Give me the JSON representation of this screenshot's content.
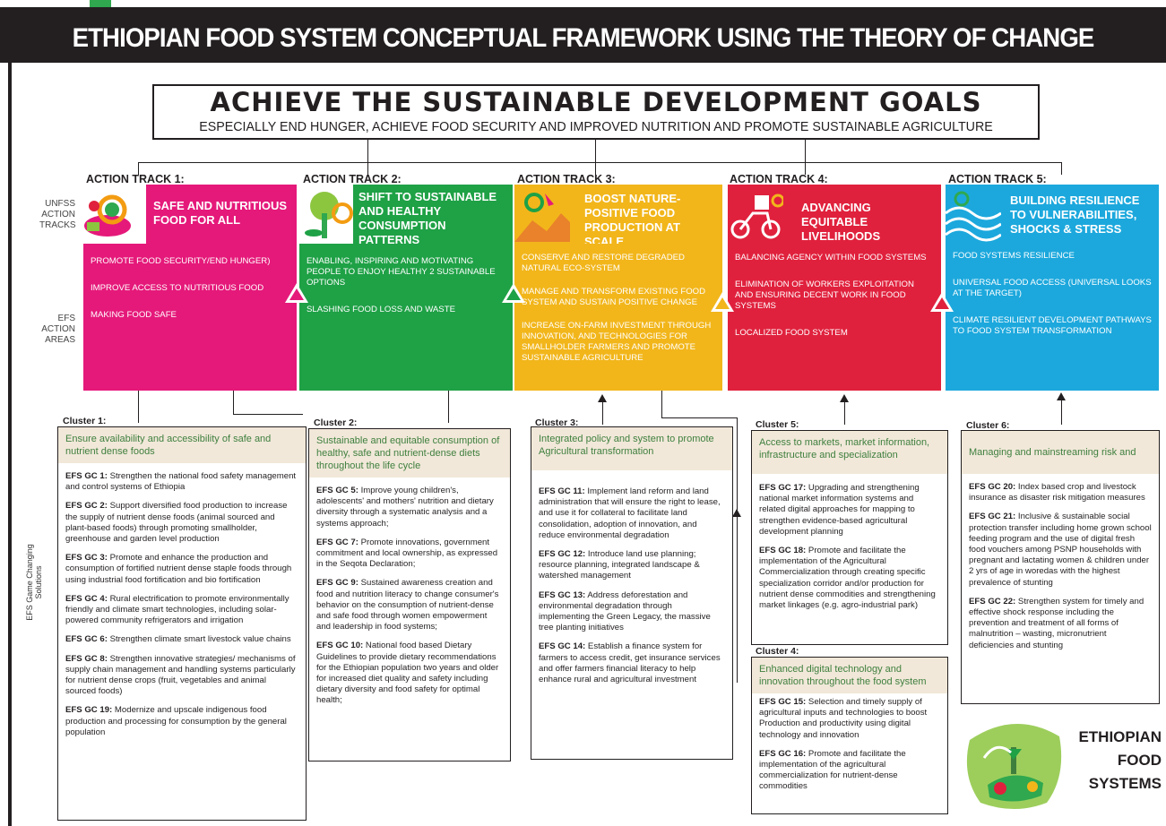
{
  "header": {
    "title": "ETHIOPIAN FOOD SYSTEM CONCEPTUAL FRAMEWORK USING THE THEORY OF CHANGE"
  },
  "goal": {
    "title": "ACHIEVE THE SUSTAINABLE DEVELOPMENT GOALS",
    "subtitle": "ESPECIALLY END HUNGER, ACHIEVE FOOD SECURITY AND IMPROVED NUTRITION AND PROMOTE SUSTAINABLE AGRICULTURE"
  },
  "side_labels": {
    "tracks": "UNFSS ACTION TRACKS",
    "areas": "EFS ACTION AREAS",
    "solutions": "EFS Game Changing Solutions"
  },
  "colors": {
    "track1": "#e5197a",
    "track2": "#1fa146",
    "track3": "#f2b61b",
    "track4": "#e0213d",
    "track5": "#1ca8dd",
    "cluster_head_bg": "#f1e8d9",
    "cluster_head_text": "#3f7f3e"
  },
  "tracks": [
    {
      "label": "ACTION TRACK 1:",
      "name": "SAFE AND NUTRITIOUS FOOD FOR ALL",
      "icon": "food-bowl-icon",
      "areas": [
        "PROMOTE FOOD SECURITY/END HUNGER)",
        "IMPROVE ACCESS TO NUTRITIOUS FOOD",
        "MAKING FOOD SAFE"
      ]
    },
    {
      "label": "ACTION TRACK 2:",
      "name": "SHIFT TO SUSTAINABLE AND HEALTHY CONSUMPTION PATTERNS",
      "icon": "tree-icon",
      "areas": [
        "ENABLING, INSPIRING AND MOTIVATING PEOPLE TO ENJOY HEALTHY 2 SUSTAINABLE OPTIONS",
        "SLASHING FOOD LOSS AND WASTE"
      ]
    },
    {
      "label": "ACTION TRACK 3:",
      "name": "BOOST NATURE-POSITIVE FOOD PRODUCTION AT SCALE",
      "icon": "farm-landscape-icon",
      "areas": [
        "CONSERVE AND RESTORE DEGRADED NATURAL ECO-SYSTEM",
        "MANAGE AND TRANSFORM EXISTING FOOD SYSTEM AND SUSTAIN POSITIVE CHANGE",
        "INCREASE ON-FARM INVESTMENT THROUGH INNOVATION, AND TECHNOLOGIES FOR SMALLHOLDER FARMERS AND PROMOTE SUSTAINABLE AGRICULTURE"
      ]
    },
    {
      "label": "ACTION TRACK 4:",
      "name": "ADVANCING EQUITABLE LIVELIHOODS",
      "icon": "scooter-icon",
      "areas": [
        "BALANCING AGENCY WITHIN FOOD SYSTEMS",
        "ELIMINATION OF WORKERS EXPLOITATION AND ENSURING DECENT WORK IN FOOD SYSTEMS",
        "LOCALIZED FOOD SYSTEM"
      ]
    },
    {
      "label": "ACTION TRACK 5:",
      "name": "BUILDING RESILIENCE TO VULNERABILITIES, SHOCKS & STRESS",
      "icon": "waves-icon",
      "areas": [
        "FOOD SYSTEMS RESILIENCE",
        "UNIVERSAL FOOD ACCESS (UNIVERSAL LOOKS AT THE TARGET)",
        "CLIMATE RESILIENT DEVELOPMENT PATHWAYS TO FOOD SYSTEM TRANSFORMATION"
      ]
    }
  ],
  "clusters": {
    "c1": {
      "label": "Cluster 1:",
      "head": "Ensure availability and accessibility of safe and nutrient dense foods",
      "items": [
        {
          "code": "EFS GC 1:",
          "text": "Strengthen the national food safety management and control systems of Ethiopia"
        },
        {
          "code": "EFS GC 2:",
          "text": "Support diversified food production to increase the supply of nutrient dense foods (animal sourced and plant-based foods) through promoting smallholder, greenhouse and garden level production"
        },
        {
          "code": "EFS GC 3:",
          "text": "Promote and enhance the production and consumption of fortified nutrient dense staple foods through using industrial food fortification and bio fortification"
        },
        {
          "code": "EFS GC 4:",
          "text": "Rural electrification to promote environmentally friendly and climate smart technologies, including solar-powered community refrigerators and irrigation"
        },
        {
          "code": "EFS GC 6:",
          "text": "Strengthen climate smart livestock value chains"
        },
        {
          "code": "EFS GC 8:",
          "text": "Strengthen innovative strategies/ mechanisms of supply chain management and handling systems particularly for nutrient dense crops (fruit, vegetables and animal sourced foods)"
        },
        {
          "code": "EFS GC 19:",
          "text": "Modernize and upscale indigenous food production and processing for consumption by the general population"
        }
      ]
    },
    "c2": {
      "label": "Cluster 2:",
      "head": "Sustainable and equitable consumption of healthy, safe and nutrient-dense diets throughout the life cycle",
      "items": [
        {
          "code": "EFS GC 5:",
          "text": "Improve young children's, adolescents' and mothers' nutrition and dietary diversity through a systematic analysis and a systems approach;"
        },
        {
          "code": "EFS GC 7:",
          "text": "Promote innovations, government commitment and local ownership, as expressed in the Seqota Declaration;"
        },
        {
          "code": "EFS GC 9:",
          "text": "Sustained awareness creation and food and nutrition literacy to change consumer's behavior on the consumption of nutrient-dense and safe food through women empowerment and leadership in food systems;"
        },
        {
          "code": "EFS GC 10:",
          "text": "National food based Dietary Guidelines to provide dietary recommendations for the Ethiopian population two years and older for increased diet quality and safety including dietary diversity and food safety for optimal health;"
        }
      ]
    },
    "c3": {
      "label": "Cluster 3:",
      "head": "Integrated policy and system to promote Agricultural transformation",
      "items": [
        {
          "code": "EFS GC 11:",
          "text": "Implement land reform and land administration that will ensure the right to lease, and use it for collateral to facilitate land consolidation, adoption of innovation, and reduce environmental degradation"
        },
        {
          "code": "EFS GC 12:",
          "text": "Introduce land use planning; resource planning, integrated landscape & watershed management"
        },
        {
          "code": "EFS GC 13:",
          "text": "Address deforestation and environmental degradation through implementing the Green Legacy, the massive tree planting initiatives"
        },
        {
          "code": "EFS GC 14:",
          "text": "Establish a finance system for farmers to access credit, get insurance services and offer farmers financial literacy to help enhance rural and agricultural investment"
        }
      ]
    },
    "c5": {
      "label": "Cluster 5:",
      "head": "Access to markets, market information, infrastructure and specialization",
      "items": [
        {
          "code": "EFS GC 17:",
          "text": "Upgrading and strengthening national market information systems and related digital approaches for mapping to strengthen evidence-based agricultural development planning"
        },
        {
          "code": "EFS GC 18:",
          "text": "Promote and facilitate the implementation of the Agricultural Commercialization through creating specific specialization corridor and/or production for nutrient dense commodities and strengthening market linkages (e.g. agro-industrial park)"
        }
      ]
    },
    "c4": {
      "label": "Cluster 4:",
      "head": "Enhanced digital technology and innovation throughout the food system",
      "items": [
        {
          "code": "EFS GC 15:",
          "text": "Selection and timely supply of agricultural inputs and technologies to boost Production and productivity using digital technology and innovation"
        },
        {
          "code": "EFS GC 16:",
          "text": "Promote and facilitate the implementation of the agricultural commercialization for nutrient-dense commodities"
        }
      ]
    },
    "c6": {
      "label": "Cluster 6:",
      "head": "Managing and mainstreaming risk and",
      "items": [
        {
          "code": "EFS GC 20:",
          "text": "Index based crop and livestock insurance as disaster risk mitigation measures"
        },
        {
          "code": "EFS GC 21:",
          "text": "Inclusive & sustainable social protection transfer including home grown school feeding program and the use of digital fresh food vouchers among PSNP households with pregnant and lactating women & children under 2 yrs of age in woredas with the highest prevalence of stunting"
        },
        {
          "code": "EFS GC 22:",
          "text": "Strengthen system for timely and effective shock response including the prevention and treatment of all forms of malnutrition – wasting, micronutrient deficiencies and stunting"
        }
      ]
    }
  },
  "logo": {
    "line1": "ETHIOPIAN",
    "line2": "FOOD",
    "line3": "SYSTEMS",
    "icon": "efs-logo-icon"
  }
}
